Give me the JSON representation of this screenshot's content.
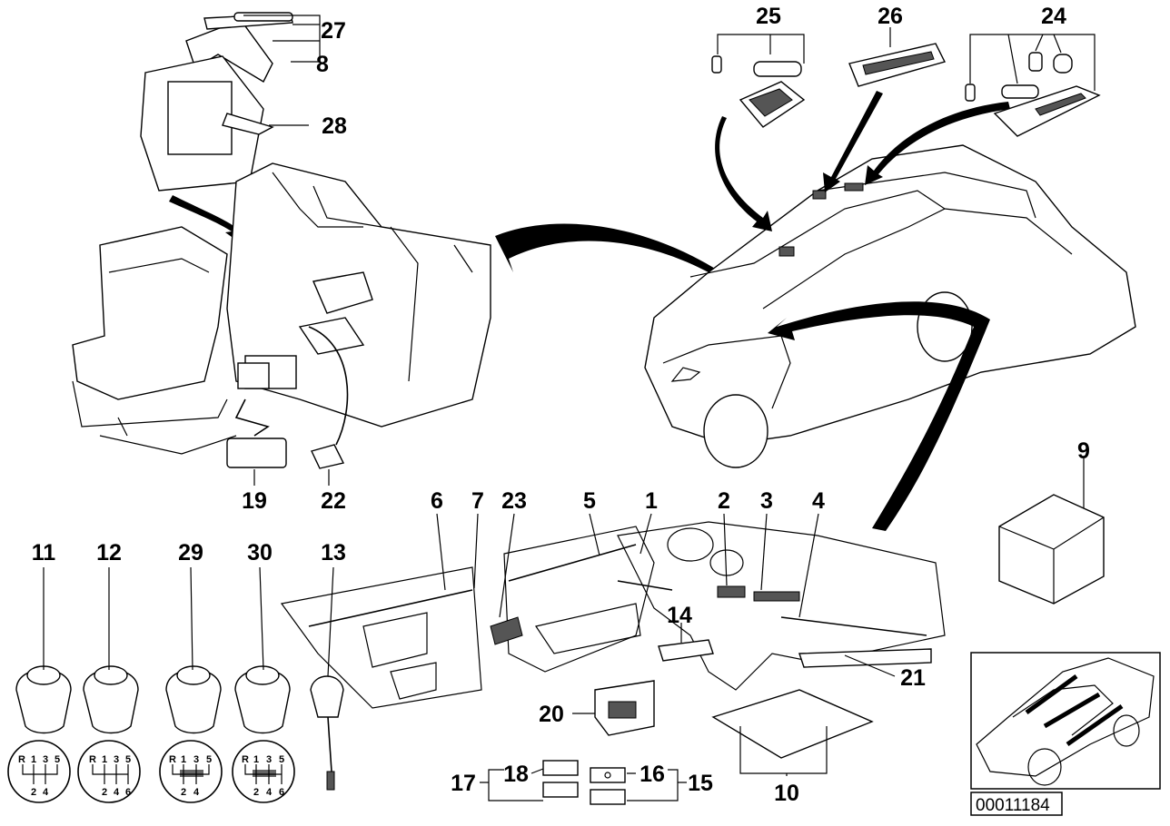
{
  "diagram_id": "00011184",
  "callouts": {
    "p1": "1",
    "p2": "2",
    "p3": "3",
    "p4": "4",
    "p5": "5",
    "p6": "6",
    "p7": "7",
    "p8": "8",
    "p9": "9",
    "p10": "10",
    "p11": "11",
    "p12": "12",
    "p13": "13",
    "p14": "14",
    "p15": "15",
    "p16": "16",
    "p17": "17",
    "p18": "18",
    "p19": "19",
    "p20": "20",
    "p21": "21",
    "p22": "22",
    "p23": "23",
    "p24": "24",
    "p25": "25",
    "p26": "26",
    "p27": "27",
    "p28": "28",
    "p29": "29",
    "p30": "30"
  },
  "gear_patterns": [
    {
      "top": [
        "R",
        "1",
        "3",
        "5"
      ],
      "bottom": [
        "2",
        "4"
      ]
    },
    {
      "top": [
        "R",
        "1",
        "3",
        "5"
      ],
      "bottom": [
        "2",
        "4",
        "6"
      ]
    },
    {
      "top": [
        "R",
        "1",
        "3",
        "5"
      ],
      "bottom": [
        "2",
        "4"
      ]
    },
    {
      "top": [
        "R",
        "1",
        "3",
        "5"
      ],
      "bottom": [
        "2",
        "4",
        "6"
      ]
    }
  ]
}
